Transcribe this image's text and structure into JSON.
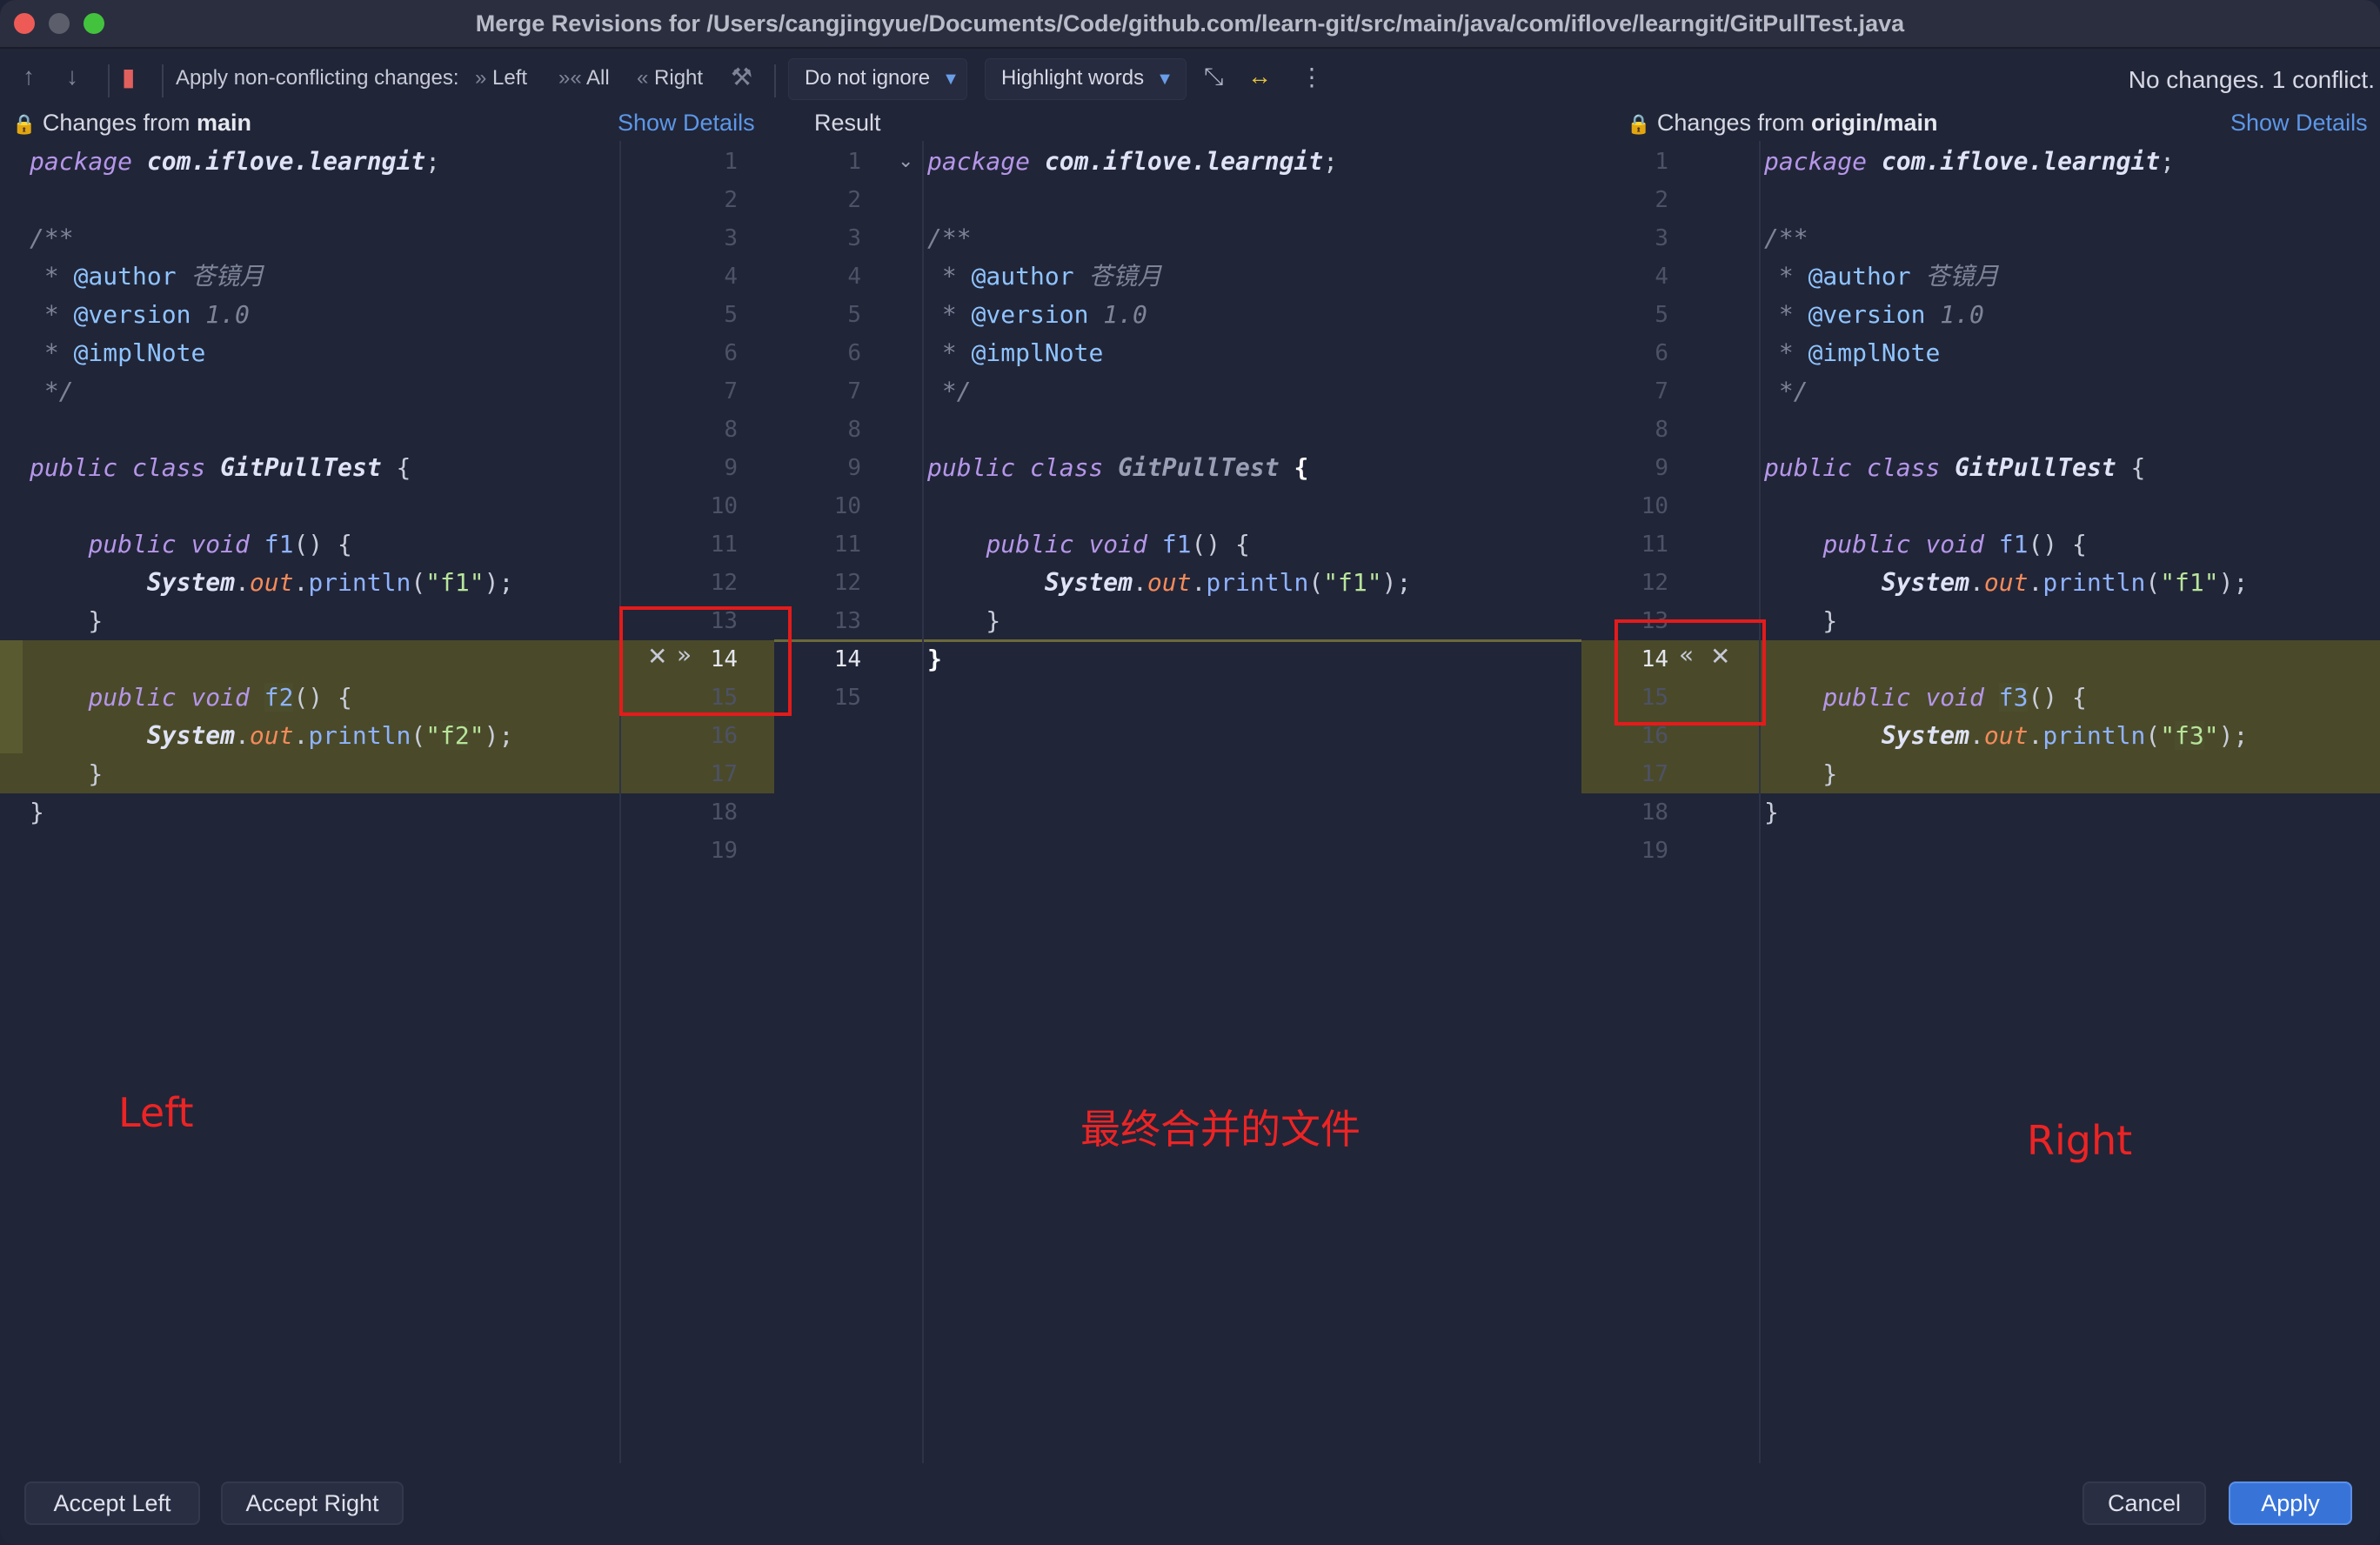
{
  "window": {
    "title": "Merge Revisions for /Users/cangjingyue/Documents/Code/github.com/learn-git/src/main/java/com/iflove/learngit/GitPullTest.java"
  },
  "toolbar": {
    "apply_label": "Apply non-conflicting changes:",
    "left_label": "Left",
    "all_label": "All",
    "right_label": "Right",
    "ignore_dropdown": "Do not ignore",
    "highlight_dropdown": "Highlight words",
    "status": "No changes. 1 conflict."
  },
  "left_panel": {
    "header_prefix": "Changes from",
    "branch": "main",
    "show_details": "Show Details",
    "line_numbers": [
      "1",
      "2",
      "3",
      "4",
      "5",
      "6",
      "7",
      "8",
      "9",
      "10",
      "11",
      "12",
      "13",
      "14",
      "15",
      "16",
      "17",
      "18",
      "19"
    ],
    "method_name": "f2",
    "print_arg": "f2",
    "annotation": "Left"
  },
  "result_panel": {
    "header": "Result",
    "line_numbers": [
      "1",
      "2",
      "3",
      "4",
      "5",
      "6",
      "7",
      "8",
      "9",
      "10",
      "11",
      "12",
      "13",
      "14",
      "15"
    ],
    "annotation": "最终合并的文件"
  },
  "right_panel": {
    "header_prefix": "Changes from",
    "branch": "origin/main",
    "show_details": "Show Details",
    "line_numbers": [
      "1",
      "2",
      "3",
      "4",
      "5",
      "6",
      "7",
      "8",
      "9",
      "10",
      "11",
      "12",
      "13",
      "14",
      "15",
      "16",
      "17",
      "18",
      "19"
    ],
    "method_name": "f3",
    "print_arg": "f3",
    "annotation": "Right"
  },
  "code": {
    "package_kw": "package",
    "package_name": "com.iflove.learngit",
    "doc_open": "/**",
    "author_tag": "@author",
    "author_value": "苍镜月",
    "version_tag": "@version",
    "version_value": "1.0",
    "impl_tag": "@implNote",
    "doc_close": "*/",
    "class_decl_kw": "public class",
    "class_name": "GitPullTest",
    "method_kw": "public void",
    "f1": "f1",
    "system": "System",
    "out": "out",
    "println": "println"
  },
  "buttons": {
    "accept_left": "Accept Left",
    "accept_right": "Accept Right",
    "cancel": "Cancel",
    "apply": "Apply"
  }
}
